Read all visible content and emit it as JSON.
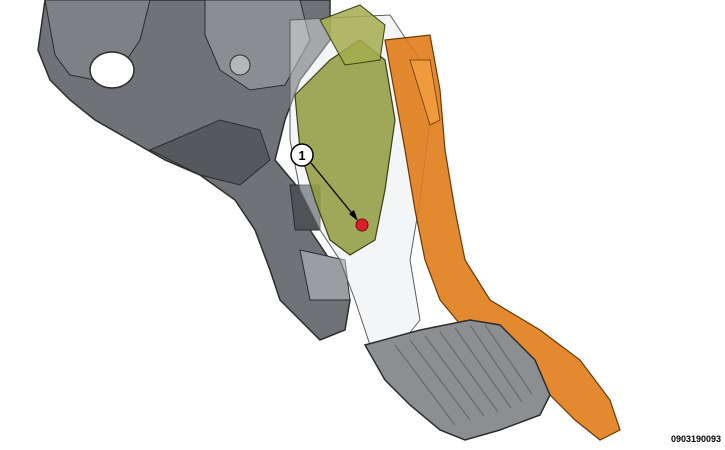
{
  "callouts": [
    {
      "number": "1",
      "target": "red-marked-point"
    }
  ],
  "figure_id": "0903190093",
  "colors": {
    "background": "#ffffff",
    "bracket_gray": "#6f7377",
    "bracket_dark": "#4f5357",
    "sensor_olive": "#8e9a3c",
    "pedal_arm_orange": "#e07c1a",
    "pedal_pad_gray": "#8c8f92",
    "marker_red": "#d9202a"
  }
}
